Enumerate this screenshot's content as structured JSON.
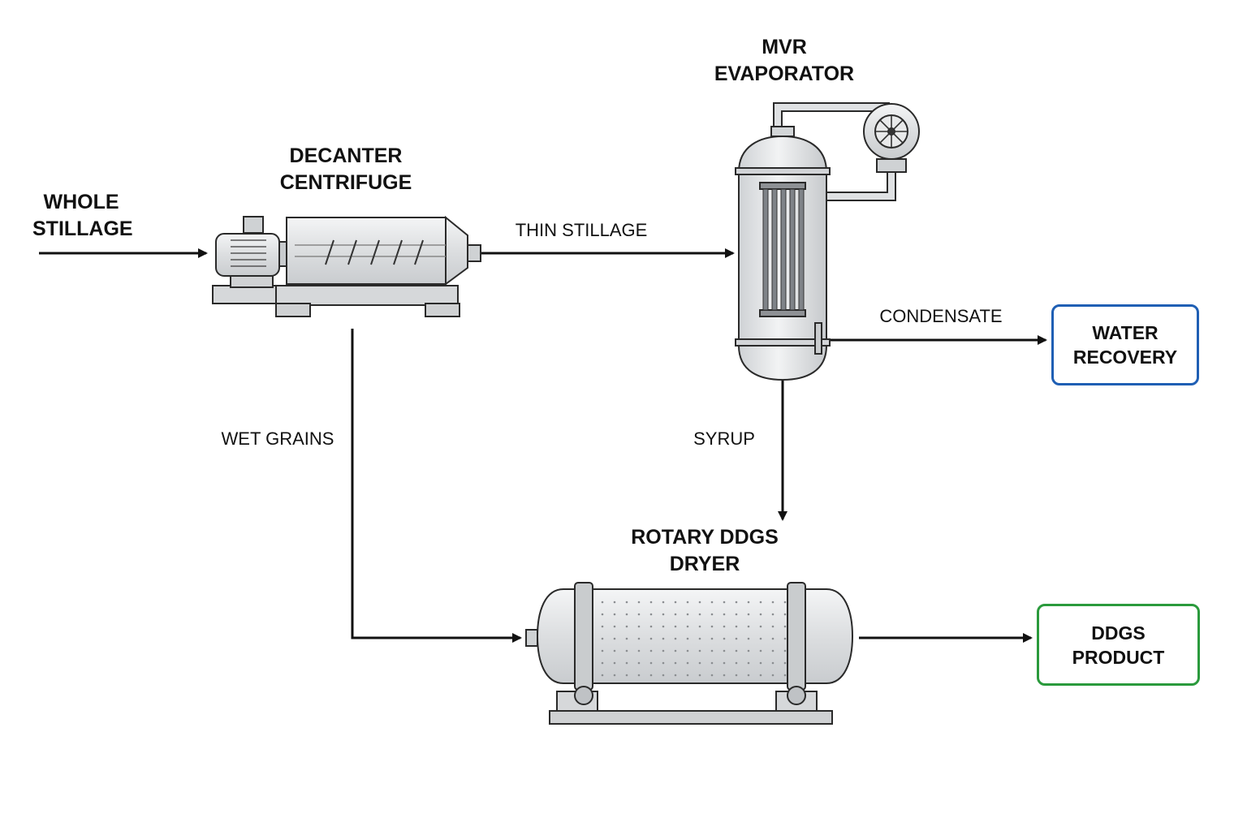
{
  "labels": {
    "whole_stillage": [
      "WHOLE",
      "STILLAGE"
    ],
    "decanter": [
      "DECANTER",
      "CENTRIFUGE"
    ],
    "evaporator": [
      "MVR",
      "EVAPORATOR"
    ],
    "dryer": [
      "ROTARY DDGS",
      "DRYER"
    ],
    "thin_stillage": "THIN STILLAGE",
    "condensate": "CONDENSATE",
    "wet_grains": "WET GRAINS",
    "syrup": "SYRUP"
  },
  "outputs": {
    "water_recovery": [
      "WATER",
      "RECOVERY"
    ],
    "ddgs_product": [
      "DDGS",
      "PRODUCT"
    ]
  },
  "colors": {
    "line": "#111111",
    "equipment_fill": "#e4e6e8",
    "equipment_stroke": "#2a2a2a",
    "water_recovery_border": "#1f5fb4",
    "ddgs_product_border": "#2a9a3c"
  }
}
